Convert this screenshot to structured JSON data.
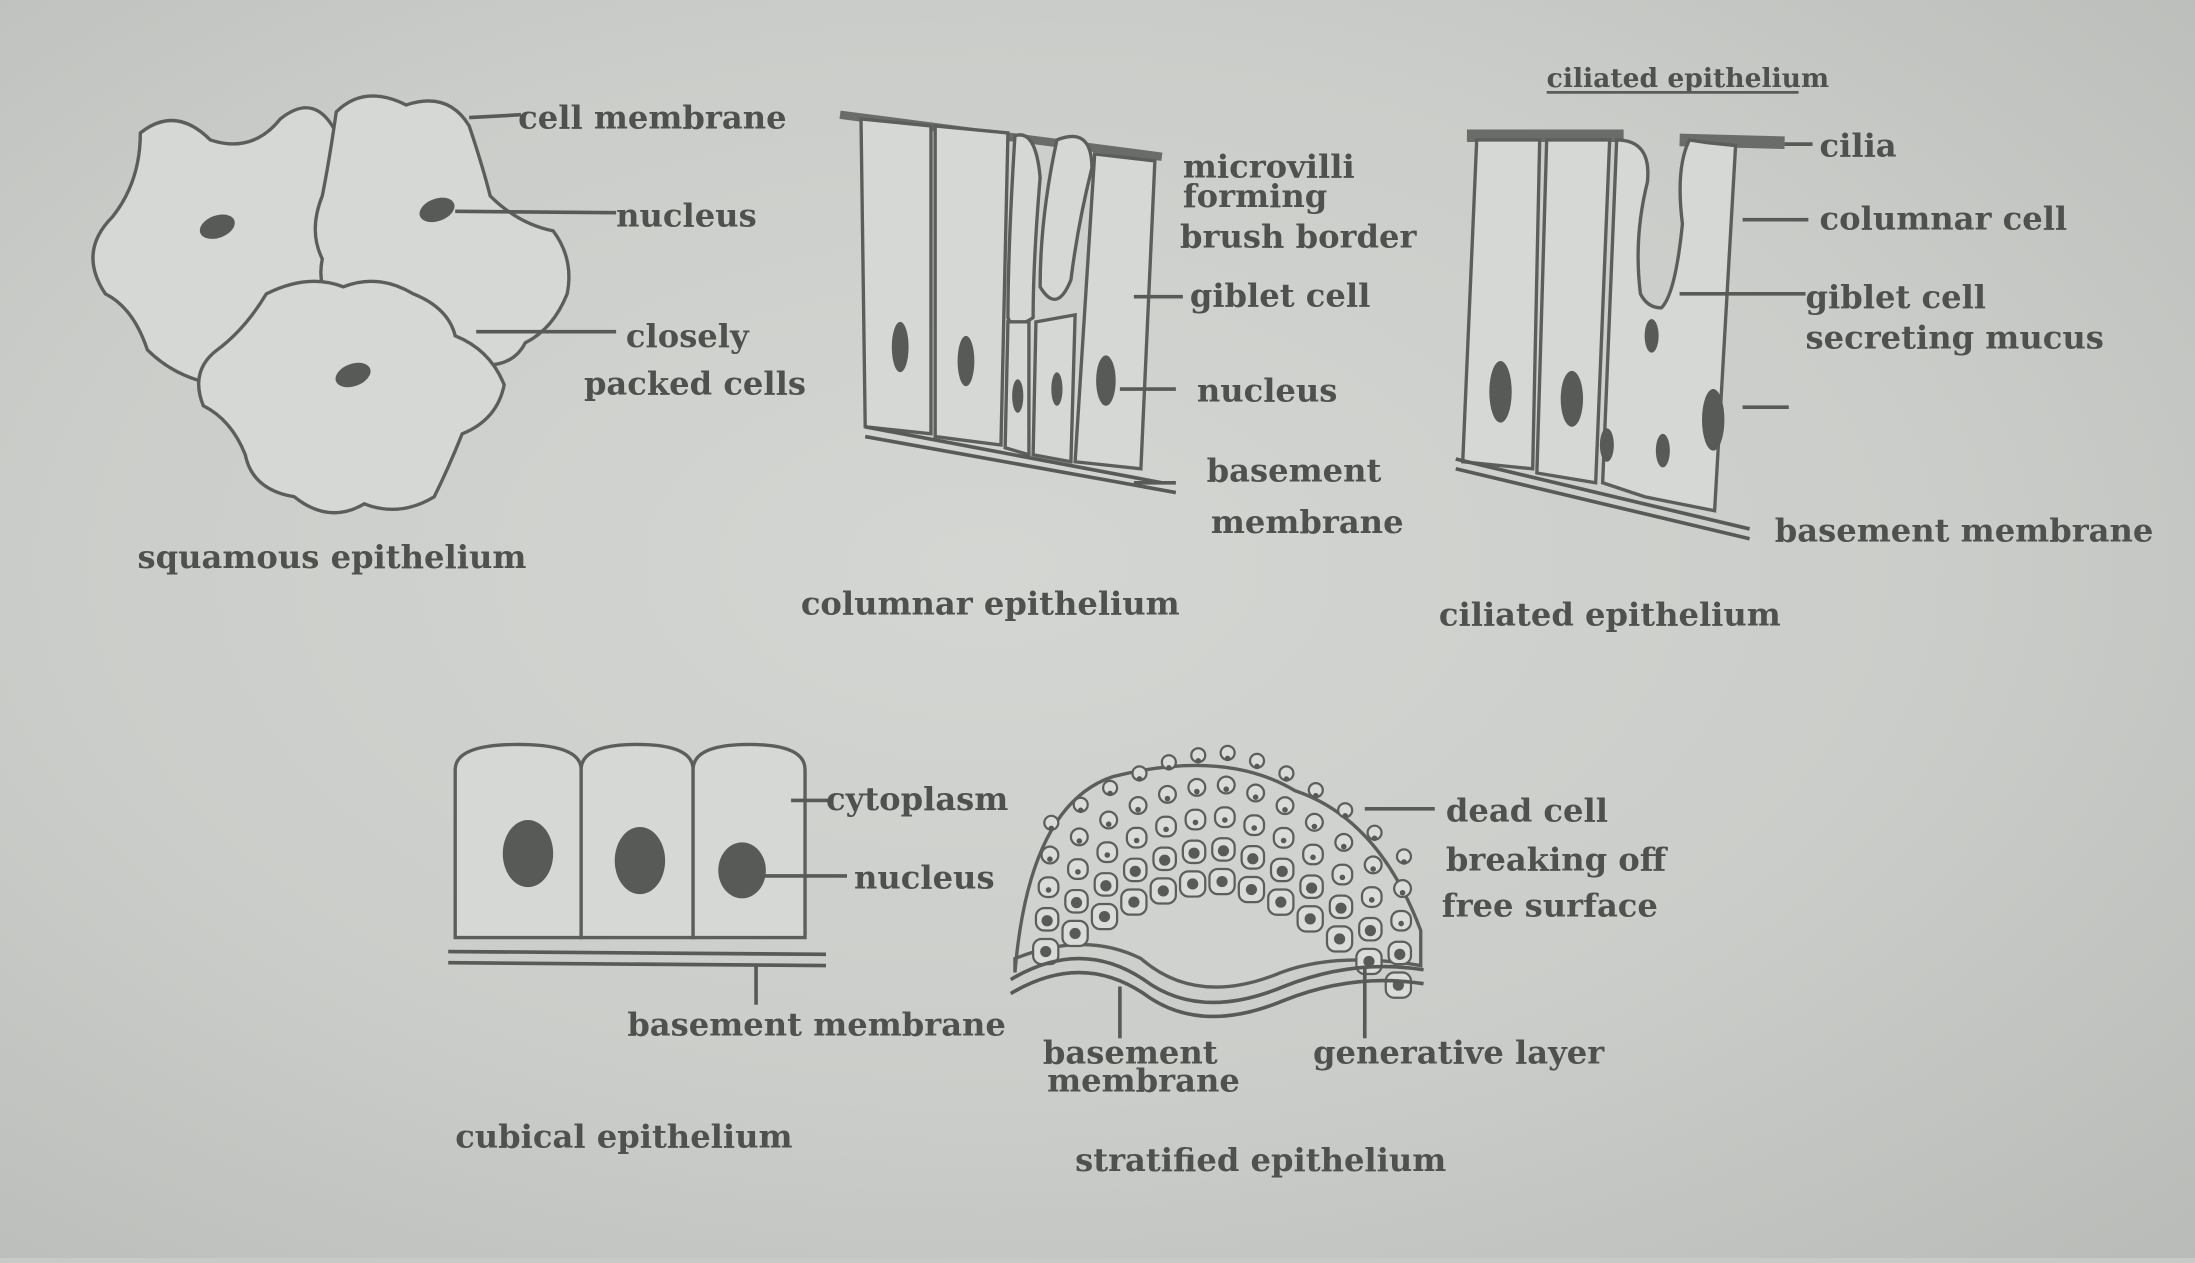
{
  "squamous": {
    "cell_membrane": "cell membrane",
    "nucleus": "nucleus",
    "closely": "closely",
    "packed_cells": "packed cells",
    "caption": "squamous epithelium"
  },
  "columnar": {
    "microvilli": "microvilli",
    "forming": "forming",
    "brush_border": "brush border",
    "giblet_cell": "giblet cell",
    "nucleus": "nucleus",
    "basement": "basement",
    "membrane": "membrane",
    "caption": "columnar epithelium"
  },
  "ciliated": {
    "heading": "ciliated epithelium",
    "cilia": "cilia",
    "columnar_cell": "columnar cell",
    "giblet_cell": "giblet cell",
    "secreting_mucus": "secreting mucus",
    "basement_membrane": "basement membrane",
    "caption": "ciliated epithelium"
  },
  "cubical": {
    "cytoplasm": "cytoplasm",
    "nucleus": "nucleus",
    "basement_membrane": "basement membrane",
    "caption": "cubical epithelium"
  },
  "stratified": {
    "dead_cell": "dead cell",
    "breaking_off": "breaking off",
    "free_surface": "free surface",
    "basement": "basement",
    "membrane": "membrane",
    "generative_layer": "generative layer",
    "caption": "stratified epithelium"
  }
}
